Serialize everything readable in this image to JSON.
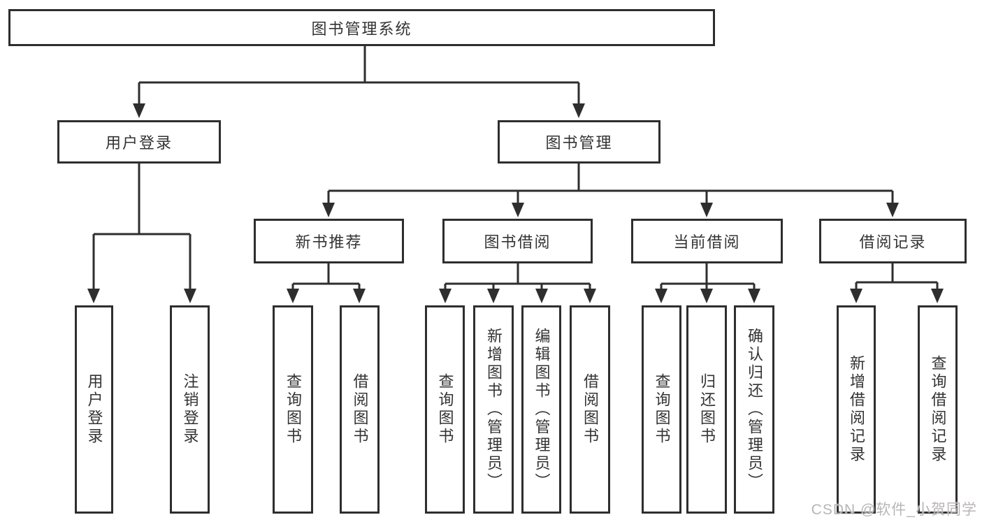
{
  "diagram": {
    "root": "图书管理系统",
    "branches": [
      {
        "label": "用户登录",
        "children": [
          "用户登录",
          "注销登录"
        ]
      },
      {
        "label": "图书管理",
        "groups": [
          {
            "label": "新书推荐",
            "children": [
              "查询图书",
              "借阅图书"
            ]
          },
          {
            "label": "图书借阅",
            "children": [
              "查询图书",
              "新增图书（管理员）",
              "编辑图书（管理员）",
              "借阅图书"
            ]
          },
          {
            "label": "当前借阅",
            "children": [
              "查询图书",
              "归还图书",
              "确认归还（管理员）"
            ]
          },
          {
            "label": "借阅记录",
            "children": [
              "新增借阅记录",
              "查询借阅记录"
            ]
          }
        ]
      }
    ]
  },
  "watermark": {
    "text": "CSDN @软件_小贺同学"
  },
  "colors": {
    "line": "#2e2e2e",
    "box_border": "#2e2e2e",
    "text": "#333333",
    "watermark": "#b9b5b5",
    "background": "#ffffff"
  }
}
